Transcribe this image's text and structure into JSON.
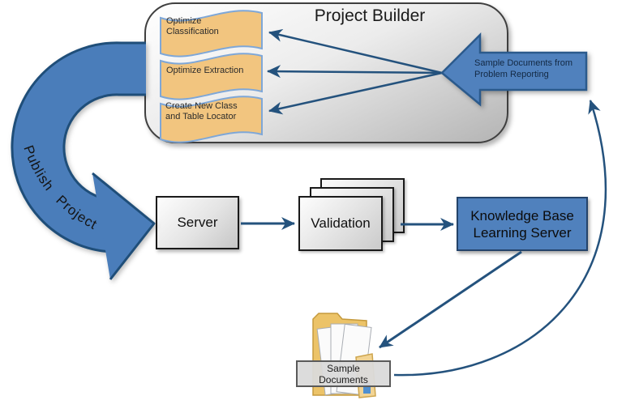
{
  "colors": {
    "accent_blue": "#5081bd",
    "accent_blue_border": "#1f4e79",
    "connector_blue": "#24527d",
    "wave_fill": "#f2c57f",
    "wave_border": "#7ea7d8",
    "box_gray": "#d9d9d9",
    "folder_tan": "#ecc368"
  },
  "icons": {
    "folder": "folder-with-documents-icon"
  },
  "project_builder": {
    "title": "Project Builder",
    "tasks": [
      {
        "line1": "Optimize",
        "line2": "Classification"
      },
      {
        "line1": "Optimize Extraction",
        "line2": ""
      },
      {
        "line1": "Create New Class",
        "line2": "and Table Locator"
      }
    ]
  },
  "publish_arrow": {
    "label": "Publish Project"
  },
  "input_arrow": {
    "line1": "Sample Documents from",
    "line2": "Problem Reporting"
  },
  "server": {
    "label": "Server"
  },
  "validation": {
    "label": "Validation"
  },
  "kb_server": {
    "line1": "Knowledge Base",
    "line2": "Learning Server"
  },
  "folder": {
    "line1": "Sample",
    "line2": "Documents"
  }
}
